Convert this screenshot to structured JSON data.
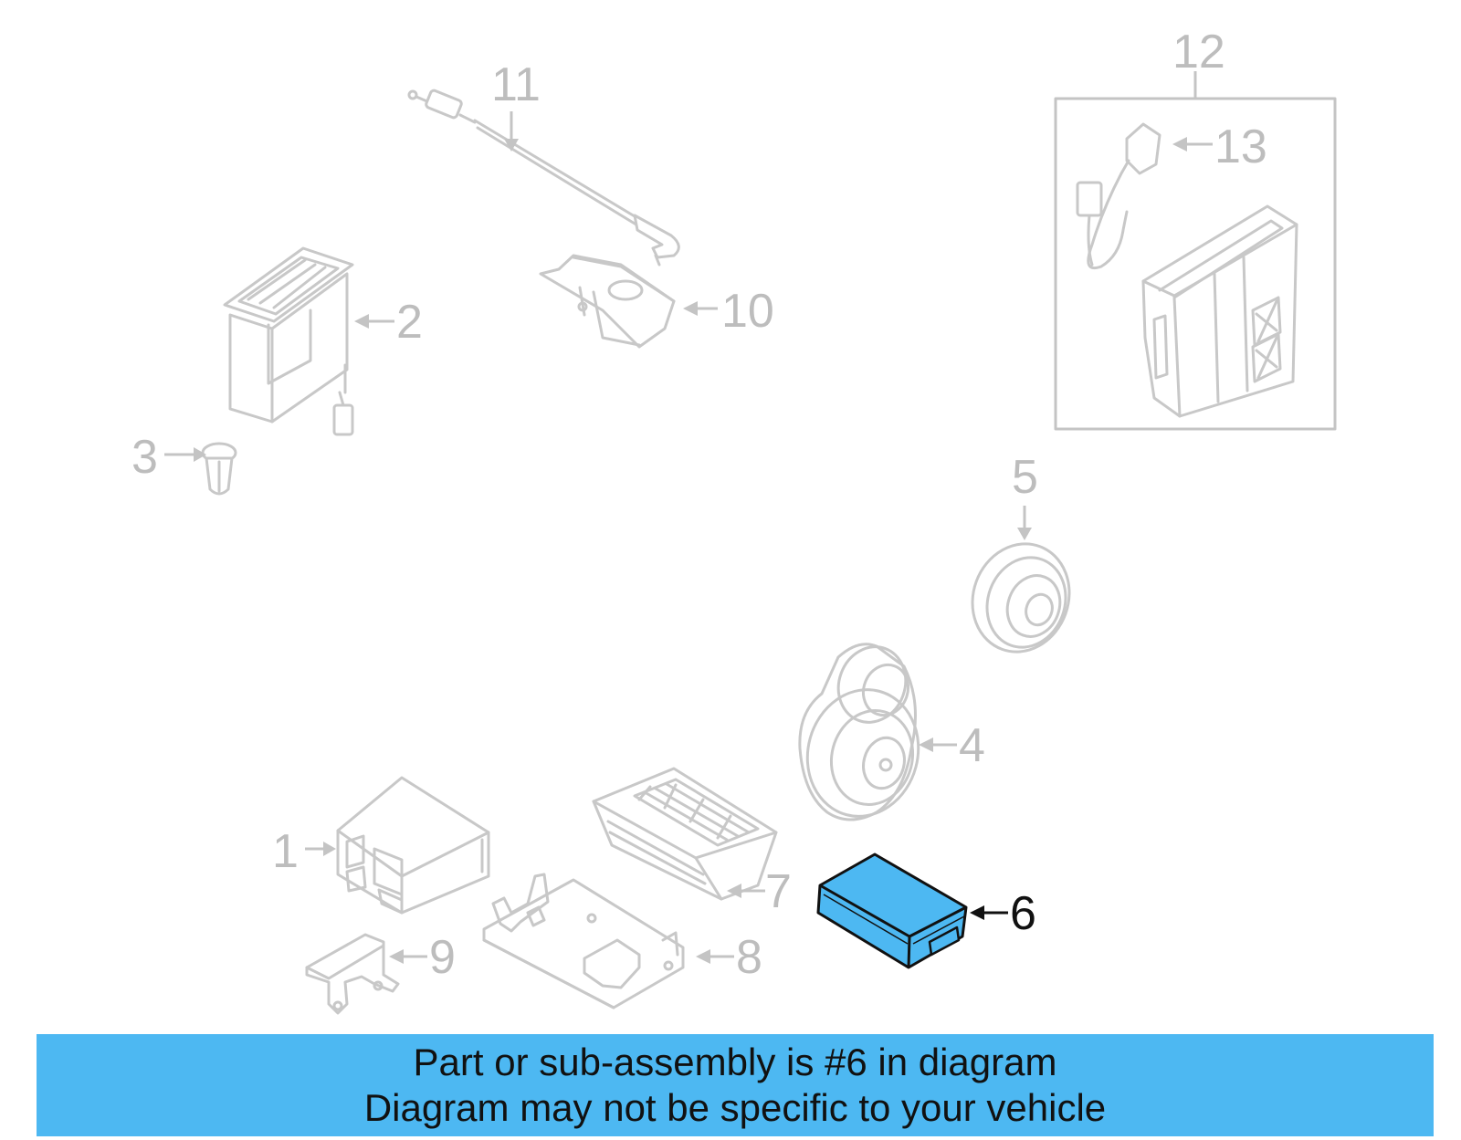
{
  "callouts": {
    "c1": "1",
    "c2": "2",
    "c3": "3",
    "c4": "4",
    "c5": "5",
    "c6": "6",
    "c7": "7",
    "c8": "8",
    "c9": "9",
    "c10": "10",
    "c11": "11",
    "c12": "12",
    "c13": "13"
  },
  "highlight": {
    "part": "6",
    "color": "#4db8f2"
  },
  "banner": {
    "line1": "Part or sub-assembly is #6 in diagram",
    "line2": "Diagram may not be specific to your vehicle",
    "color": "#4db8f2"
  }
}
